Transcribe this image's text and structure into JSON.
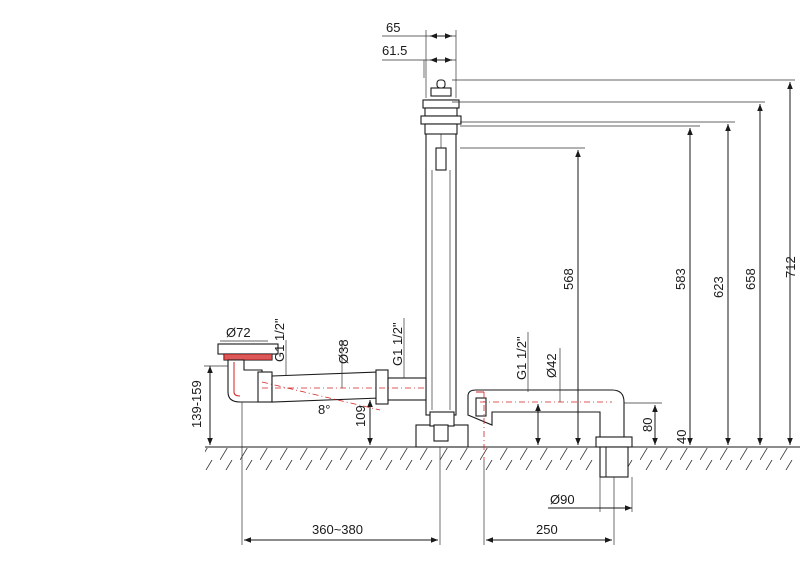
{
  "colors": {
    "line": "#1a1a1a",
    "accent": "#d22222",
    "background": "#ffffff"
  },
  "dimensions": {
    "d65": "65",
    "d615": "61.5",
    "d712": "712",
    "d658": "658",
    "d623": "623",
    "d583": "583",
    "d568": "568",
    "d80": "80",
    "d40": "40",
    "d109": "109",
    "d139_159": "139-159",
    "d360_380": "360~380",
    "d250": "250",
    "dia72": "Ø72",
    "dia38": "Ø38",
    "dia42": "Ø42",
    "dia90": "Ø90",
    "thread_left": "G1 1/2\"",
    "thread_mid": "G1 1/2\"",
    "thread_right": "G1 1/2\"",
    "angle": "8°"
  }
}
